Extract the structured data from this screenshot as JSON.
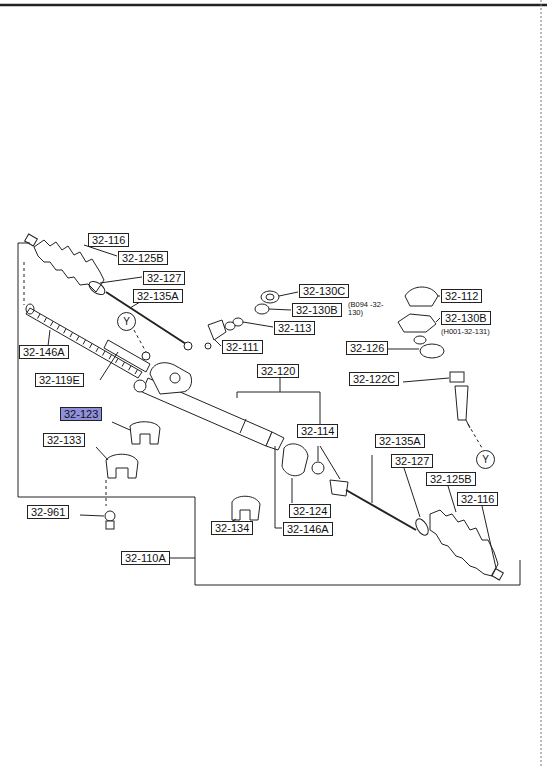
{
  "diagram": {
    "labels": [
      "32-116",
      "32-125B",
      "32-127",
      "32-135A",
      "32-130C",
      "32-130B",
      "(B094 -32-130)",
      "32-112",
      "32-113",
      "32-130B",
      "(H001-32-131)",
      "Y",
      "32-146A",
      "32-111",
      "32-126",
      "32-120",
      "32-119E",
      "32-122C",
      "32-123",
      "32-114",
      "32-133",
      "32-135A",
      "32-127",
      "Y",
      "32-125B",
      "32-116",
      "32-961",
      "32-124",
      "32-146A",
      "32-134",
      "32-110A"
    ]
  }
}
